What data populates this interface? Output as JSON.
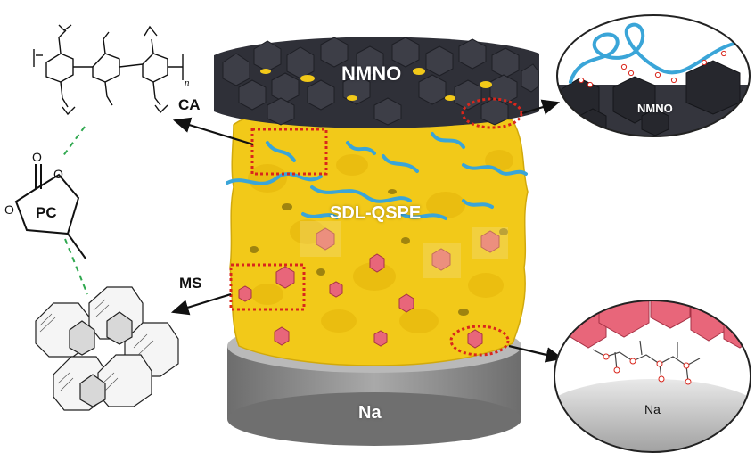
{
  "labels": {
    "cathode": "NMNO",
    "electrolyte": "SDL-QSPE",
    "anode": "Na",
    "ca": "CA",
    "ms": "MS",
    "pc": "PC",
    "inset_top": "NMNO",
    "inset_bottom": "Na",
    "polymer_subscript": "n"
  },
  "colors": {
    "cathode_particle": "#2f3038",
    "electrolyte": "#f2c919",
    "polymer_chain": "#3aa5d8",
    "sieve_crystal": "#e8667a",
    "anode": "#8e8e8e",
    "highlight_box": "#d9261c",
    "connector_dash": "#2fa84f"
  }
}
